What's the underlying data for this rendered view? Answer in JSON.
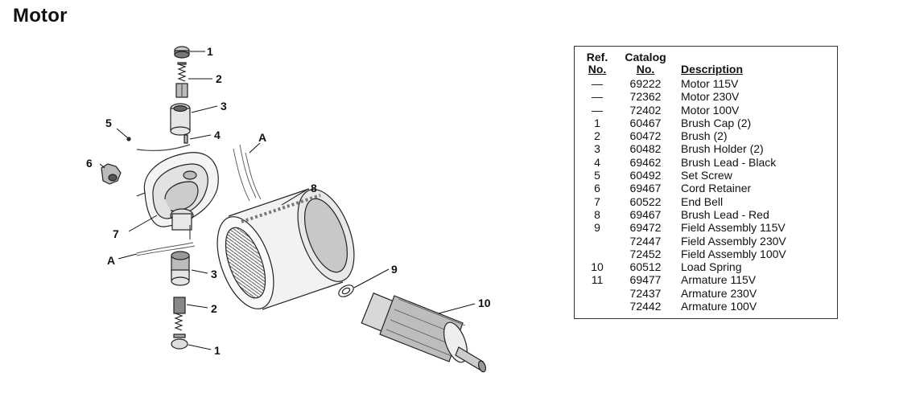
{
  "page_title": "Motor",
  "table": {
    "headers": {
      "ref_line1": "Ref.",
      "ref_line2": "No.",
      "cat_line1": "Catalog",
      "cat_line2": "No.",
      "desc": "Description"
    },
    "rows": [
      {
        "ref": "—",
        "catalog": "69222",
        "description": "Motor 115V"
      },
      {
        "ref": "—",
        "catalog": "72362",
        "description": "Motor 230V"
      },
      {
        "ref": "—",
        "catalog": "72402",
        "description": "Motor 100V"
      },
      {
        "ref": "1",
        "catalog": "60467",
        "description": "Brush Cap (2)"
      },
      {
        "ref": "2",
        "catalog": "60472",
        "description": "Brush (2)"
      },
      {
        "ref": "3",
        "catalog": "60482",
        "description": "Brush Holder (2)"
      },
      {
        "ref": "4",
        "catalog": "69462",
        "description": "Brush Lead - Black"
      },
      {
        "ref": "5",
        "catalog": "60492",
        "description": "Set Screw"
      },
      {
        "ref": "6",
        "catalog": "69467",
        "description": "Cord Retainer"
      },
      {
        "ref": "7",
        "catalog": "60522",
        "description": "End Bell"
      },
      {
        "ref": "8",
        "catalog": "69467",
        "description": "Brush Lead - Red"
      },
      {
        "ref": "9",
        "catalog": "69472",
        "description": "Field Assembly 115V"
      },
      {
        "ref": "",
        "catalog": "72447",
        "description": "Field Assembly 230V"
      },
      {
        "ref": "",
        "catalog": "72452",
        "description": "Field Assembly 100V"
      },
      {
        "ref": "10",
        "catalog": "60512",
        "description": "Load Spring"
      },
      {
        "ref": "11",
        "catalog": "69477",
        "description": "Armature 115V"
      },
      {
        "ref": "",
        "catalog": "72437",
        "description": "Armature 230V"
      },
      {
        "ref": "",
        "catalog": "72442",
        "description": "Armature 100V"
      }
    ]
  },
  "callouts": {
    "c1_top": "1",
    "c2_top": "2",
    "c3_top": "3",
    "c4": "4",
    "c5": "5",
    "c6": "6",
    "c7": "7",
    "c8": "8",
    "c9": "9",
    "c10": "10",
    "cA_upper": "A",
    "cA_lower": "A",
    "c3_bottom": "3",
    "c2_bottom": "2",
    "c1_bottom": "1"
  }
}
